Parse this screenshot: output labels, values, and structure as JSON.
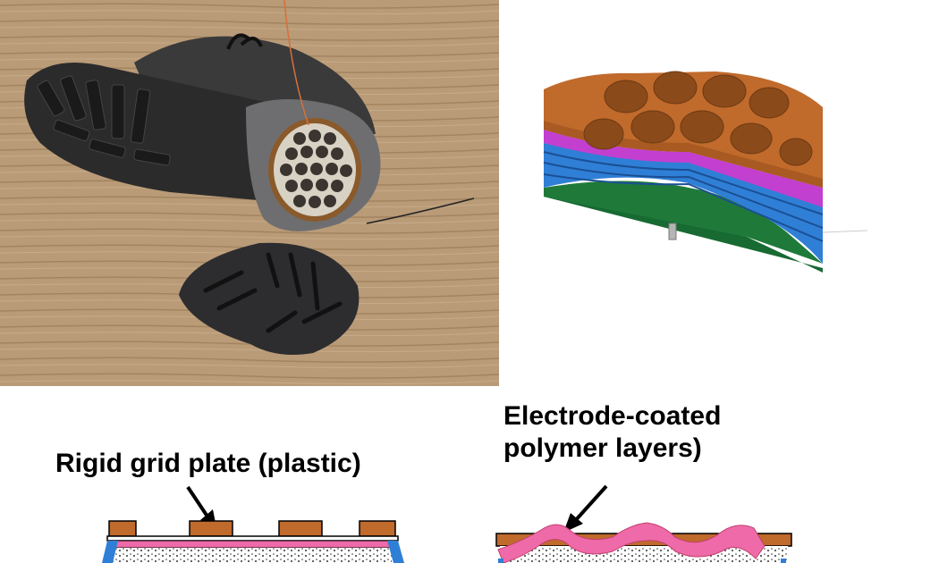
{
  "labels": {
    "rigid_grid_plate": "Rigid grid plate (plastic)",
    "electrode_line1": "Electrode-coated",
    "electrode_line2": "polymer layers)"
  },
  "colors": {
    "plastic_grid": "#c06a2c",
    "polymer_pink": "#ee6aa8",
    "electrode_blue": "#2f7fd6",
    "base_green": "#1f7a3a",
    "magenta_layer": "#c23fd0",
    "wood_floor": "#b99b78"
  }
}
